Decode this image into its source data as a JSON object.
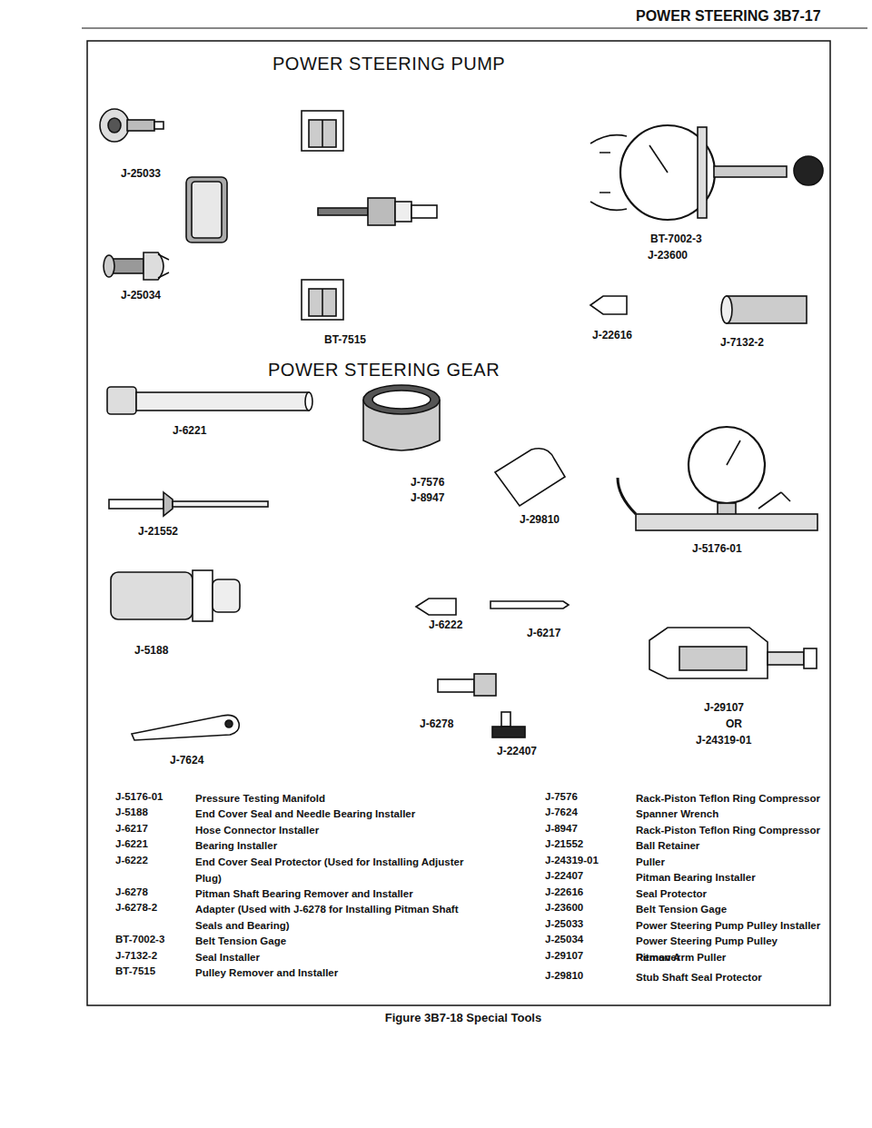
{
  "diagram": {
    "caption": "Figure 3B7-18 Special Tools",
    "labels": [
      "POWER STEERING 3B7-17",
      "POWER STEERING PUMP",
      "J-25033",
      "J-25034",
      "BT-7002-3",
      "J-23600",
      "BT-7515",
      "J-22616",
      "J-7132-2",
      "POWER STEERING GEAR",
      "J-6221",
      "J-7576",
      "J-8947",
      "J-29810",
      "J-21552",
      "J-5176-01",
      "J-6222",
      "J-6217",
      "J-5188",
      "J-6278",
      "J-29107",
      "OR",
      "J-24319-01",
      "J-22407",
      "J-7624",
      "J-5176-01",
      "Pressure Testing Manifold",
      "J-5188",
      "End Cover Seal and Needle Bearing Installer",
      "J-6217",
      "Hose Connector Installer",
      "J-6221",
      "Bearing Installer",
      "J-6222",
      "End Cover Seal Protector (Used for Installing Adjuster Plug)",
      "J-6278",
      "Pitman Shaft Bearing Remover and Installer",
      "J-6278-2",
      "Adapter (Used with J-6278 for Installing Pitman Shaft Seals and Bearing)",
      "BT-7002-3",
      "Belt Tension Gage",
      "J-7132-2",
      "Seal Installer",
      "BT-7515",
      "Pulley Remover and Installer",
      "J-7576",
      "Rack-Piston Teflon Ring Compressor",
      "J-7624",
      "Spanner Wrench",
      "J-8947",
      "Rack-Piston Teflon Ring Compressor",
      "J-21552",
      "Ball Retainer",
      "J-24319-01",
      "Puller",
      "J-22407",
      "Pitman Bearing Installer",
      "J-22616",
      "Seal Protector",
      "J-23600",
      "Belt Tension Gage",
      "J-25033",
      "Power Steering Pump Pulley Installer",
      "J-25034",
      "Power Steering Pump Pulley Remover",
      "J-29107",
      "Pitman Arm Puller",
      "J-29810",
      "Stub Shaft Seal Protector"
    ]
  }
}
